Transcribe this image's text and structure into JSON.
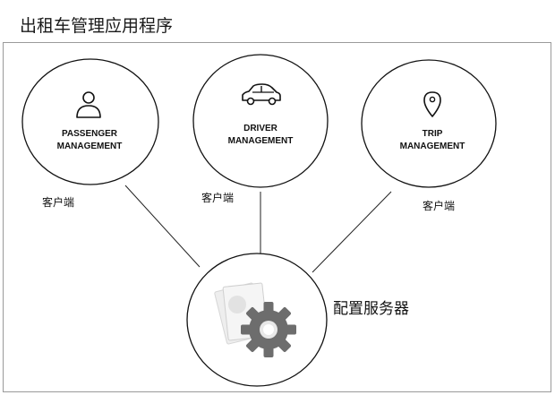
{
  "title": "出租车管理应用程序",
  "nodes": {
    "passenger": {
      "line1": "PASSENGER",
      "line2": "MANAGEMENT",
      "icon": "person-icon"
    },
    "driver": {
      "line1": "DRIVER",
      "line2": "MANAGEMENT",
      "icon": "car-icon"
    },
    "trip": {
      "line1": "TRIP",
      "line2": "MANAGEMENT",
      "icon": "map-pin-icon"
    },
    "server": {
      "label": "配置服务器",
      "icon": "gear-icon"
    }
  },
  "client_labels": [
    "客户端",
    "客户端",
    "客户端"
  ]
}
